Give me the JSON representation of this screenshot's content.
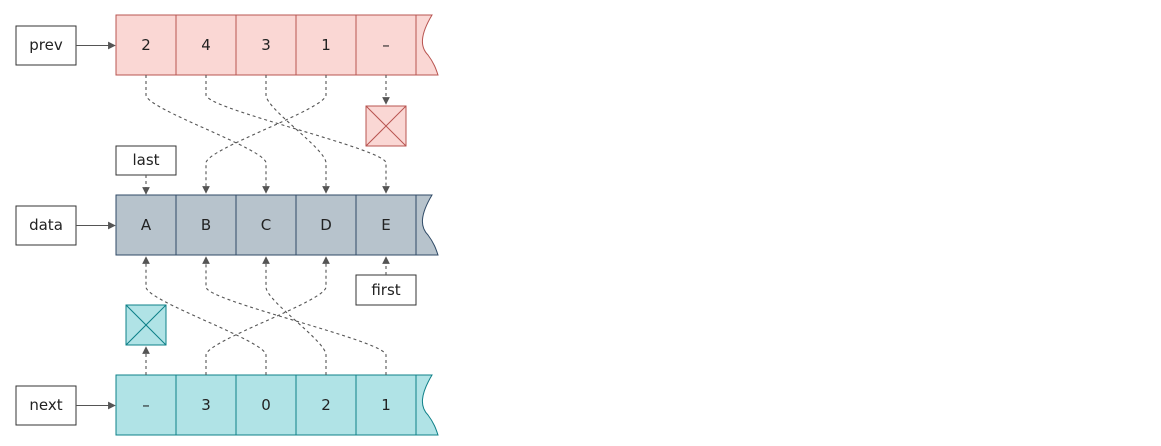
{
  "labels": {
    "prev": "prev",
    "data": "data",
    "next": "next",
    "last": "last",
    "first": "first"
  },
  "arrays": {
    "prev": {
      "cells": [
        "2",
        "4",
        "3",
        "1",
        "–"
      ],
      "fill": "#fad7d4",
      "stroke": "#b85450"
    },
    "data": {
      "cells": [
        "A",
        "B",
        "C",
        "D",
        "E"
      ],
      "fill": "#b7c3cc",
      "stroke": "#2f4a66"
    },
    "next": {
      "cells": [
        "–",
        "3",
        "0",
        "2",
        "1"
      ],
      "fill": "#b0e3e6",
      "stroke": "#0e8088"
    }
  },
  "null_markers": {
    "prev": {
      "fill": "#fad7d4",
      "stroke": "#b85450"
    },
    "next": {
      "fill": "#b0e3e6",
      "stroke": "#0e8088"
    }
  },
  "pointers": {
    "last": {
      "target_index": 0
    },
    "first": {
      "target_index": 4
    }
  },
  "links": {
    "prev": [
      {
        "from": 0,
        "to": 2
      },
      {
        "from": 1,
        "to": 4
      },
      {
        "from": 2,
        "to": 3
      },
      {
        "from": 3,
        "to": 1
      },
      {
        "from": 4,
        "to": "null"
      }
    ],
    "next": [
      {
        "from": 0,
        "to": "null"
      },
      {
        "from": 1,
        "to": 3
      },
      {
        "from": 2,
        "to": 0
      },
      {
        "from": 3,
        "to": 2
      },
      {
        "from": 4,
        "to": 1
      }
    ]
  },
  "icons": {
    "null_marker": "crossed-box-icon",
    "array_end": "torn-edge-icon"
  }
}
